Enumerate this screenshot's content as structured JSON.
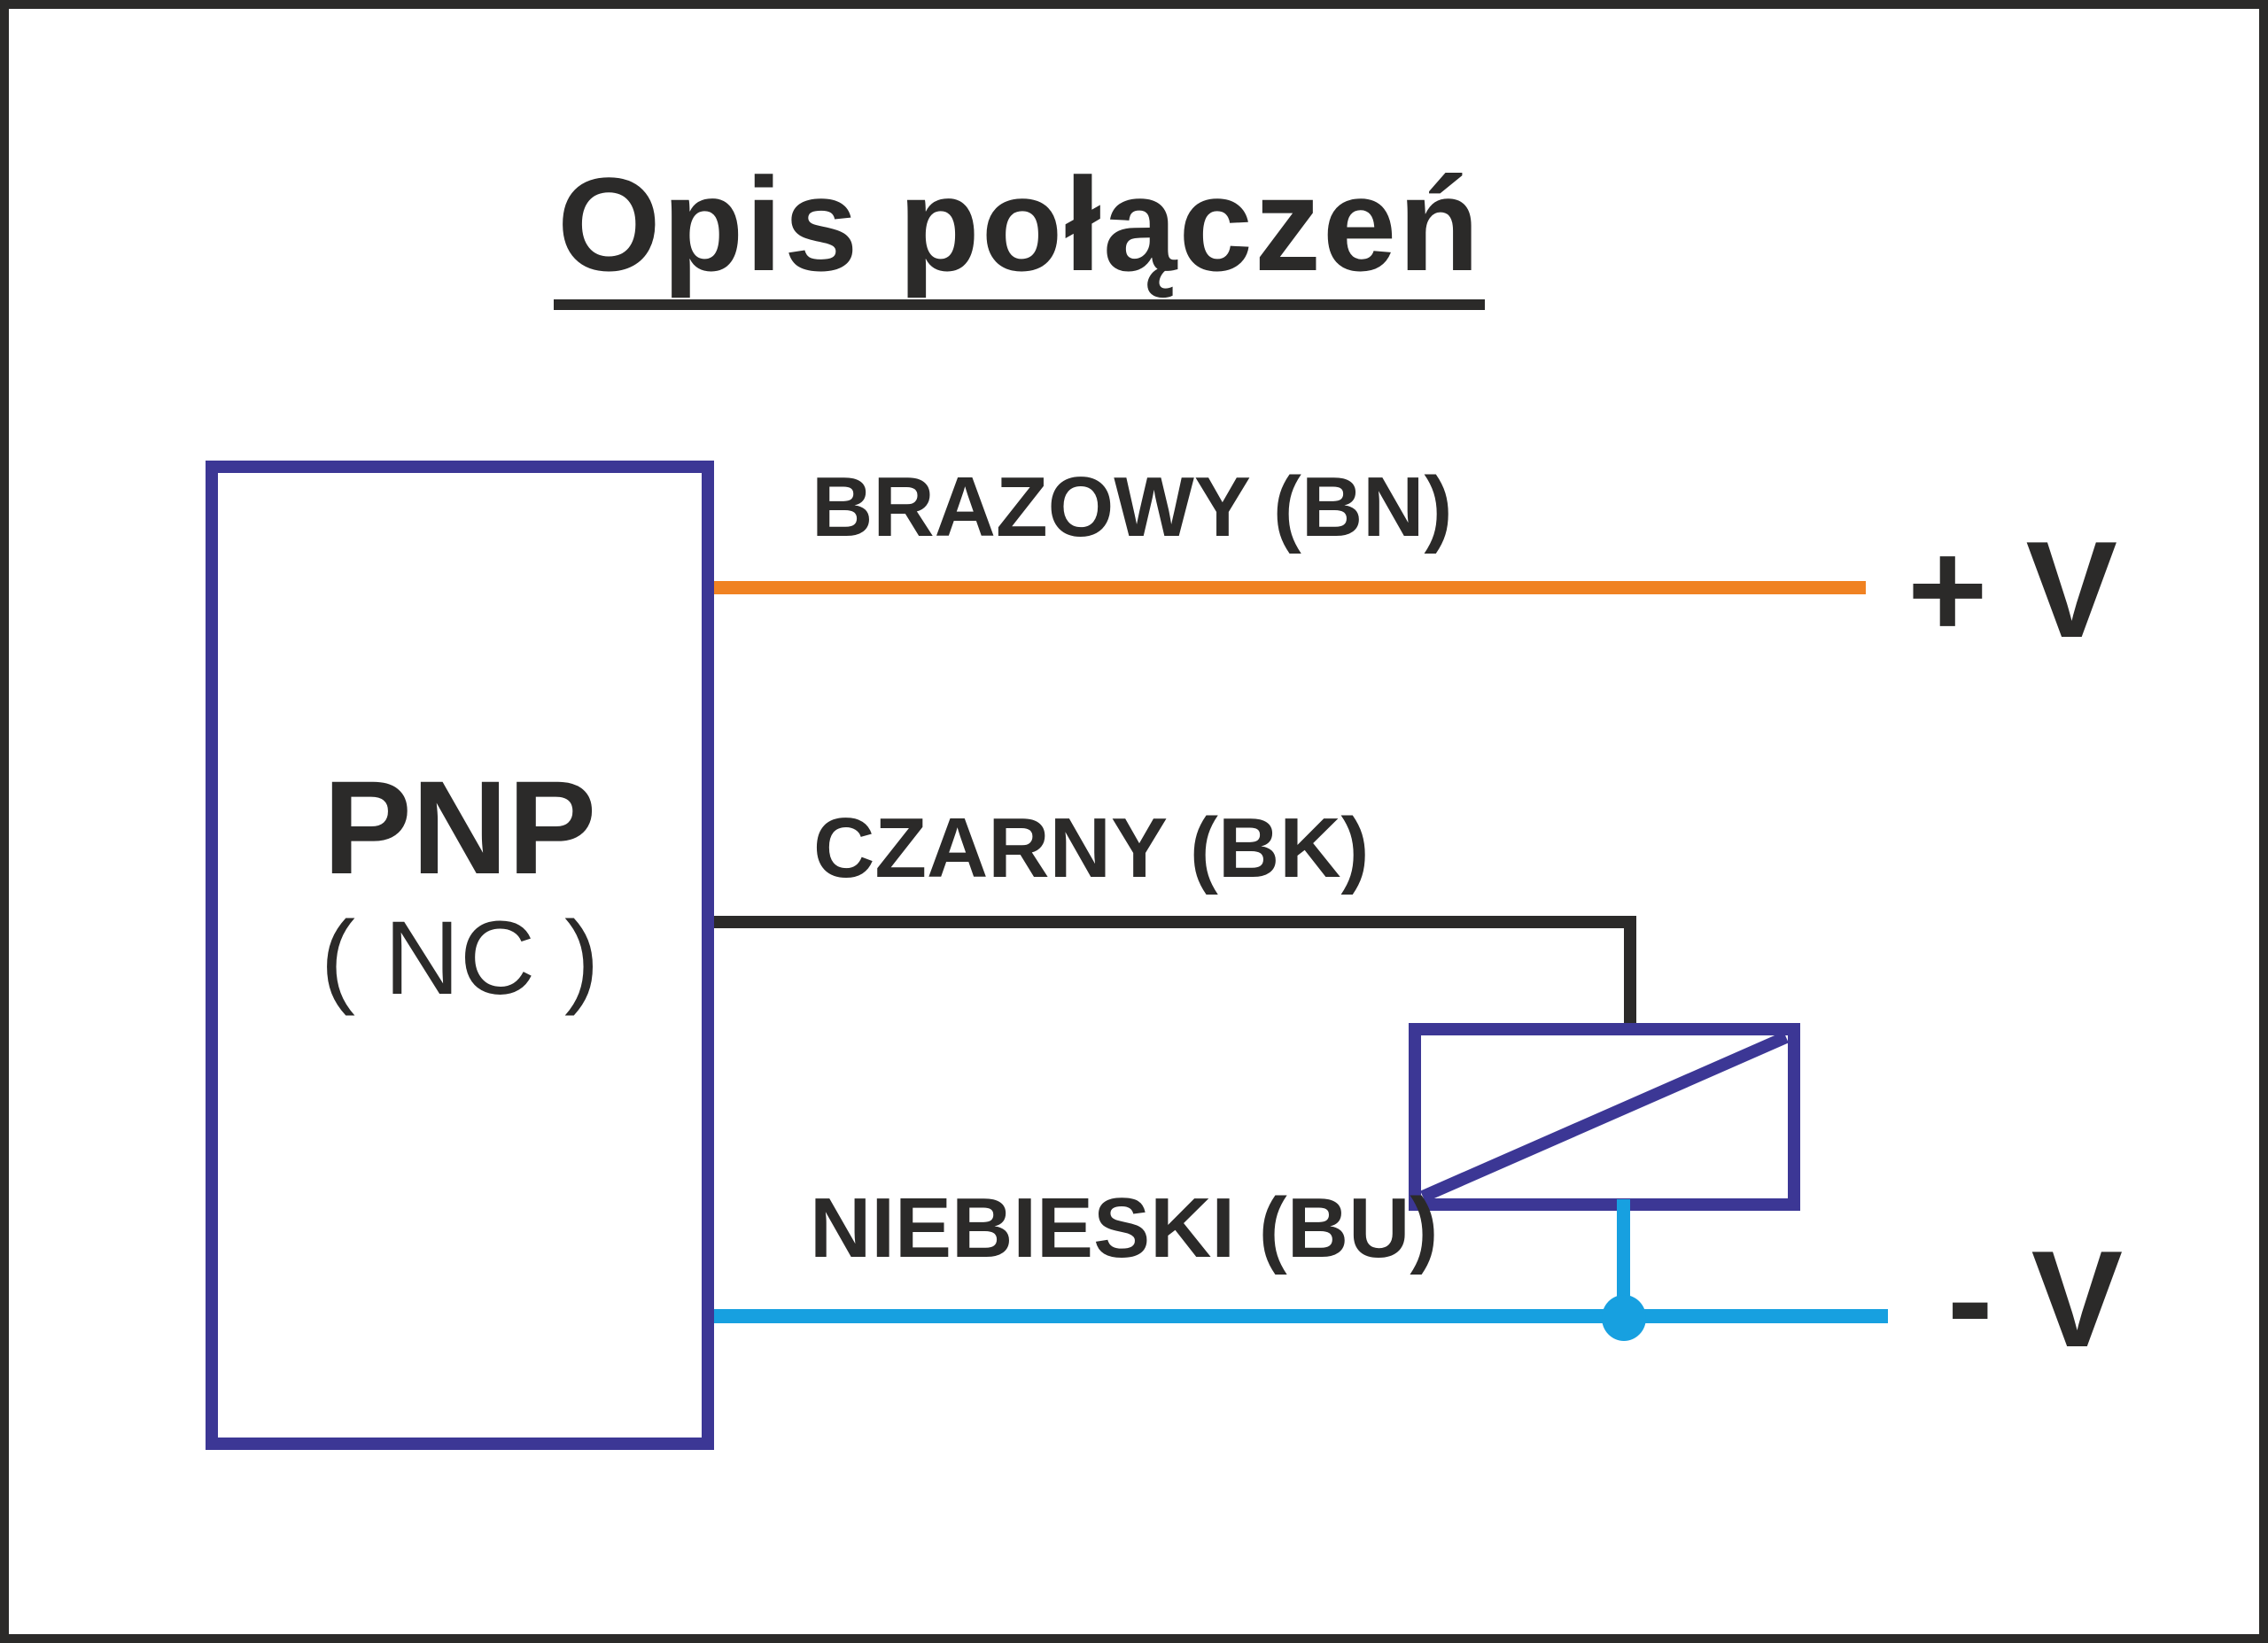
{
  "diagram": {
    "title": "Opis połączeń",
    "sensor": {
      "type_label": "PNP",
      "mode_label": "( NC )"
    },
    "wires": [
      {
        "id": "brown",
        "label": "BRAZOWY (BN)",
        "color": "#F08222",
        "terminal": "+ V"
      },
      {
        "id": "black",
        "label": "CZARNY (BK)",
        "color": "#2B2A29",
        "terminal": ""
      },
      {
        "id": "blue",
        "label": "NIEBIESKI (BU)",
        "color": "#17A0E0",
        "terminal": "- V"
      }
    ],
    "terminals": {
      "positive": "+ V",
      "negative": "- V"
    },
    "load_symbol": "rectangle-with-diagonal"
  },
  "colors": {
    "ink": "#2B2A29",
    "indigo": "#3C3795",
    "orange": "#F08222",
    "cyan": "#17A0E0",
    "bg": "#FFFFFF"
  }
}
